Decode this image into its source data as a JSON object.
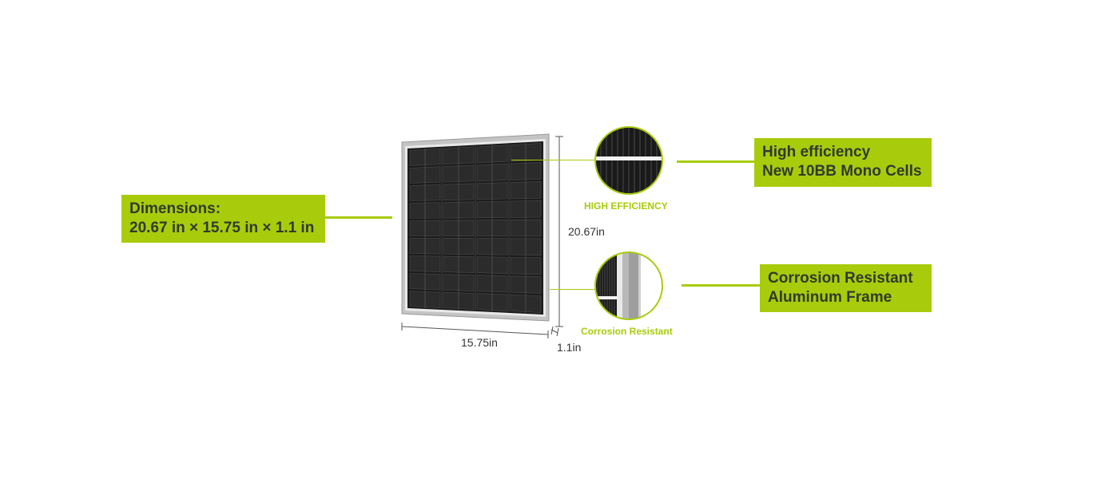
{
  "dimensions_label": {
    "line1": "Dimensions:",
    "line2": "20.67 in × 15.75 in × 1.1 in"
  },
  "efficiency_label": {
    "line1": "High efficiency",
    "line2": "New 10BB Mono Cells"
  },
  "frame_label": {
    "line1": "Corrosion Resistant",
    "line2": "Aluminum Frame"
  },
  "captions": {
    "high_efficiency": "HIGH EFFICIENCY",
    "corrosion_resistant": "Corrosion Resistant"
  },
  "measurements": {
    "height": "20.67in",
    "width": "15.75in",
    "depth": "1.1in"
  },
  "colors": {
    "accent": "#a8cc0c",
    "label_text": "#2f3a2a",
    "cell": "#1f1f1f",
    "frame": "#bdbdbd"
  }
}
